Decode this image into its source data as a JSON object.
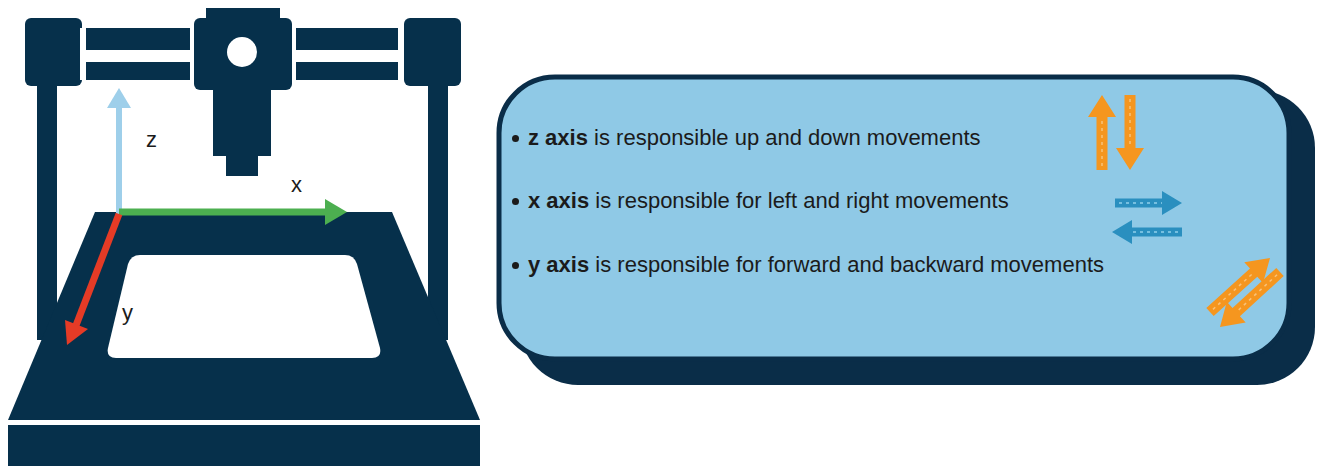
{
  "diagram": {
    "nodes": [
      {
        "text": [
          "z axis",
          "is responsible up and down movements",
          "x axis",
          "is responsible for left and right movements",
          "y axis",
          "is responsible for forward and backward movements"
        ]
      }
    ],
    "labels": [
      "z",
      "x",
      "y"
    ]
  }
}
